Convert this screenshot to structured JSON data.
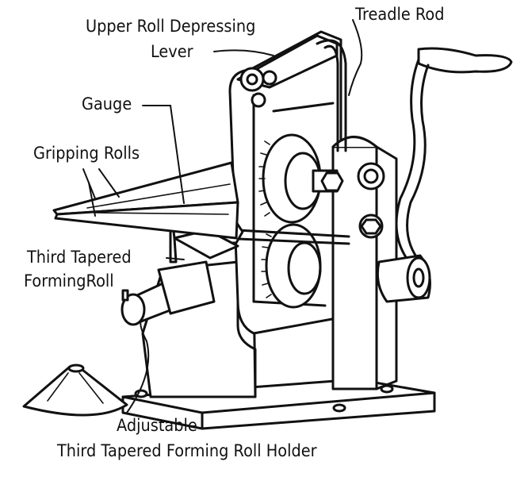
{
  "diagram": {
    "subject": "roll-forming machine with hand crank",
    "labels": {
      "upper_roll_line1": "Upper Roll Depressing",
      "upper_roll_line2": "Lever",
      "treadle_rod": "Treadle Rod",
      "gauge": "Gauge",
      "gripping_rolls": "Gripping Rolls",
      "third_tapered_line1": "Third Tapered",
      "third_tapered_line2": "FormingRoll",
      "adjustable_line1": "Adjustable",
      "adjustable_line2": "Third Tapered Forming Roll Holder"
    }
  }
}
